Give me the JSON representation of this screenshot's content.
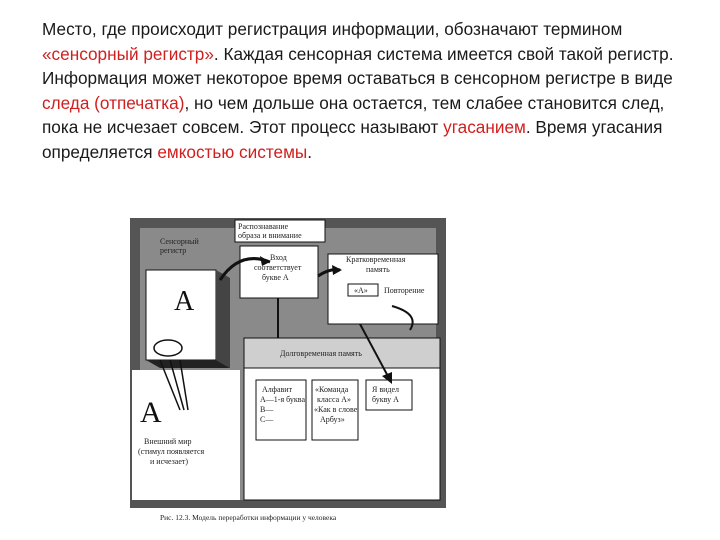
{
  "paragraph": {
    "p1": "Место, где происходит регистрация информации, обозначают термином ",
    "h1": "«сенсорный регистр»",
    "p2": ". Каждая сенсорная система имеется свой такой регистр. Информация может некоторое время оставаться в сенсорном регистре в виде ",
    "h2": "следа (отпечатка)",
    "p3": ", но чем дольше она остается, тем слабее становится след, пока не исчезает совсем. Этот процесс называют ",
    "h3": "угасанием",
    "p4": ". Время угасания определяется ",
    "h4": "емкостью системы",
    "p5": "."
  },
  "figure": {
    "sensory_register_line1": "Сенсорный",
    "sensory_register_line2": "регистр",
    "recognition_line1": "Распознавание",
    "recognition_line2": "образа и внимание",
    "input_line1": "Вход",
    "input_line2": "соответствует",
    "input_line3": "букве А",
    "short_term_line1": "Кратковременная",
    "short_term_line2": "память",
    "repeat_label": "Повторение",
    "repeat_box": "«А»",
    "long_term": "Долговременная память",
    "alphabet_line1": "Алфавит",
    "alphabet_line2": "А—1-я буква",
    "alphabet_line3": "В—",
    "alphabet_line4": "С—",
    "command_line1": "«Команда",
    "command_line2": "класса А»",
    "command_line3": "«Как в слове",
    "command_line4": "Арбуз»",
    "saw_line1": "Я видел",
    "saw_line2": "букву А",
    "letter_register": "A",
    "letter_world": "A",
    "world_line1": "Внешний мир",
    "world_line2": "(стимул появляется",
    "world_line3": "и исчезает)",
    "caption": "Рис. 12.3. Модель переработки информации у человека"
  },
  "colors": {
    "text": "#1a1a1a",
    "highlight": "#d11f1f"
  }
}
